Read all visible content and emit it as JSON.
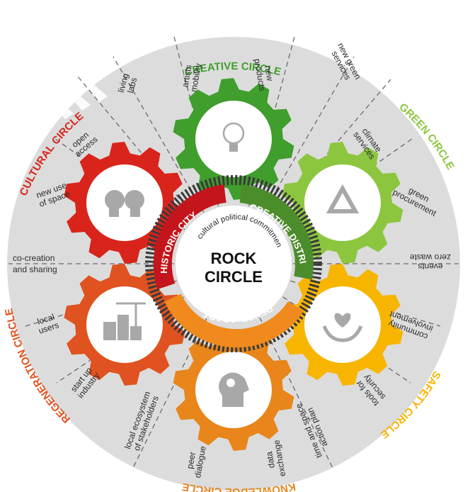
{
  "center": {
    "line1": "ROCK",
    "line2": "CIRCLE",
    "commitment": "cultural political commitment"
  },
  "ring": {
    "historic": "HISTORIC CITY",
    "creative": "CREATIVE DISTRICT",
    "reuse": "REUSE, ADAPT"
  },
  "circles": {
    "creative": "CREATIVE CIRCLE",
    "green": "GREEN CIRCLE",
    "safety": "SAFETY CIRCLE",
    "knowledge": "KNOWLEDGE CIRCLE",
    "regeneration": "REGENERATION CIRCLE",
    "cultural": "CULTURAL CIRCLE"
  },
  "labels": {
    "living_labs": [
      "living",
      "labs"
    ],
    "artists_mobility": [
      "artists",
      "mobility"
    ],
    "new_products": [
      "new",
      "products"
    ],
    "new_green_services": [
      "new green",
      "services"
    ],
    "climate_services": [
      "climate",
      "services"
    ],
    "green_procurement": [
      "green",
      "procurement"
    ],
    "zero_waste_events": [
      "events",
      "zero waste"
    ],
    "community_involvement": [
      "community",
      "involvement"
    ],
    "tools_for_security": [
      "tools for",
      "security"
    ],
    "time_and_space_action_plan": [
      "time and space",
      "action plan"
    ],
    "data_exchange": [
      "data",
      "exchange"
    ],
    "peer_dialogue": [
      "peer",
      "dialogue"
    ],
    "local_ecosystem": [
      "local ecosystem",
      "of stakeholders"
    ],
    "start_up_industry": [
      "start up",
      "industry"
    ],
    "local_users": [
      "local",
      "users"
    ],
    "co_creation": [
      "co-creation",
      "and sharing"
    ],
    "new_use_of_space": [
      "new use",
      "of space"
    ],
    "open_access": [
      "open",
      "access"
    ]
  },
  "colors": {
    "creative": "#3f9e2c",
    "green": "#8cc63f",
    "safety": "#f7b500",
    "knowledge": "#e8861b",
    "regeneration": "#e0521f",
    "cultural": "#d9241c",
    "background_disc": "#dcdcdc",
    "center": "#ffffff"
  },
  "gears": [
    {
      "id": "creative",
      "icon": "lightbulb-icon"
    },
    {
      "id": "green",
      "icon": "recycle-icon"
    },
    {
      "id": "safety",
      "icon": "heart-hands-icon"
    },
    {
      "id": "knowledge",
      "icon": "head-gears-icon"
    },
    {
      "id": "regeneration",
      "icon": "city-crane-icon"
    },
    {
      "id": "cultural",
      "icon": "heads-exchange-icon"
    }
  ]
}
